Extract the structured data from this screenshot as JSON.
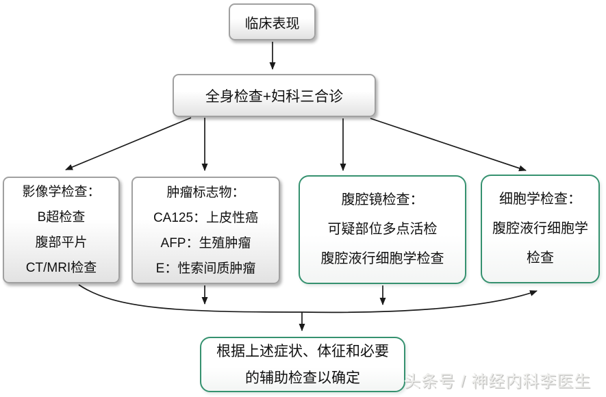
{
  "colors": {
    "green_border": "#35916f",
    "gray_border": "#a0a0a0",
    "arrow": "#1a1a1a",
    "text": "#101010"
  },
  "nodes": {
    "clinical": {
      "lines": [
        "临床表现"
      ]
    },
    "exam": {
      "lines": [
        "全身检查+妇科三合诊"
      ]
    },
    "imaging": {
      "lines": [
        "影像学检查：",
        "B超检查",
        "腹部平片",
        "CT/MRI检查"
      ]
    },
    "markers": {
      "lines": [
        "肿瘤标志物：",
        "CA125：上皮性癌",
        "AFP：生殖肿瘤",
        "E：性索间质肿瘤"
      ]
    },
    "laparoscopy": {
      "lines": [
        "腹腔镜检查：",
        "可疑部位多点活检",
        "腹腔液行细胞学检查"
      ]
    },
    "cytology": {
      "lines": [
        "细胞学检查：",
        "腹腔液行细胞学",
        "检查"
      ]
    },
    "conclusion": {
      "lines": [
        "根据上述症状、体征和必要",
        "的辅助检查以确定"
      ]
    }
  },
  "watermark": "头条号 / 神经内科李医生"
}
